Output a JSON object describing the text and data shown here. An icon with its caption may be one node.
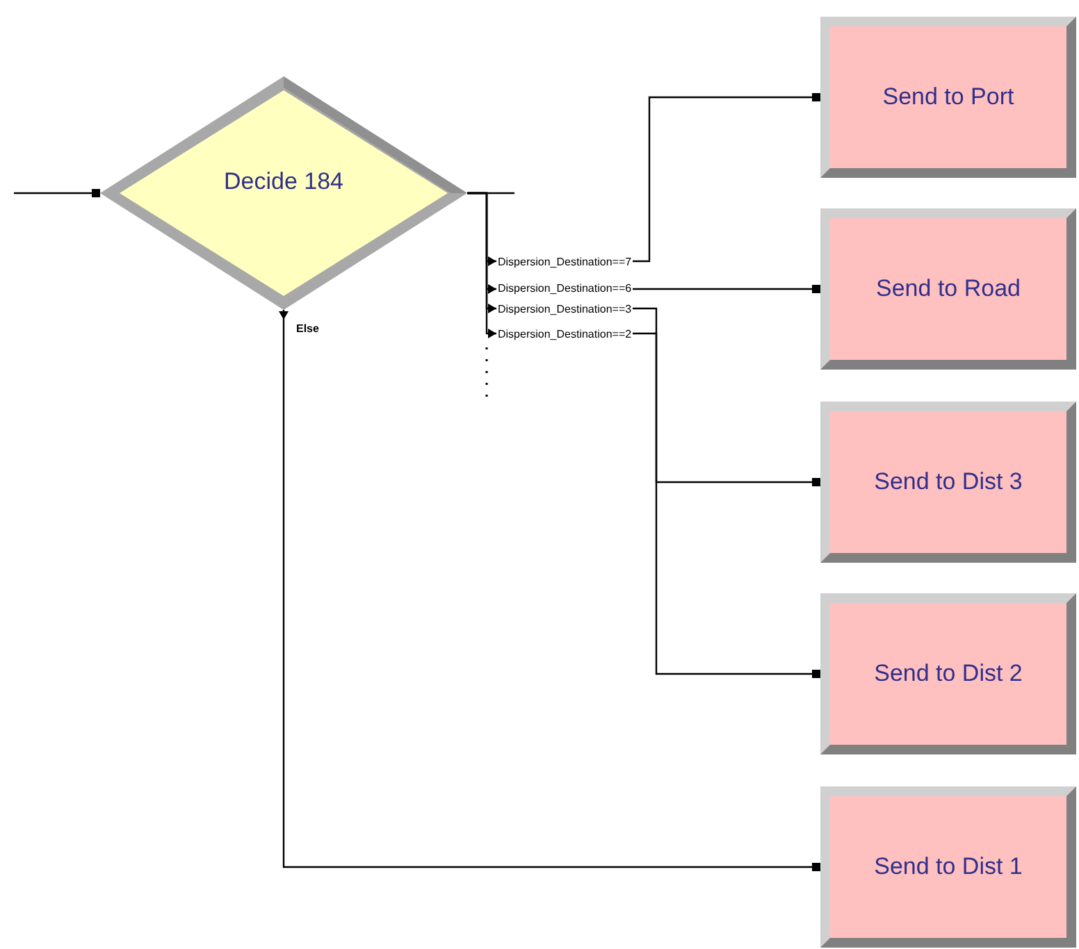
{
  "diagram": {
    "nodes": [
      {
        "text": [
          "Decide 184"
        ]
      },
      {
        "text": [
          "Send to Port"
        ]
      },
      {
        "text": [
          "Send to Road"
        ]
      },
      {
        "text": [
          "Send to Dist 3"
        ]
      },
      {
        "text": [
          "Send to Dist 2"
        ]
      },
      {
        "text": [
          "Send to Dist 1"
        ]
      }
    ],
    "edges": [
      {
        "from": null,
        "to": 0,
        "arrow": "other"
      },
      {
        "from": 0,
        "to": 1,
        "arrow": "other",
        "label": "Dispersion_Destination==7"
      },
      {
        "from": 0,
        "to": 2,
        "arrow": "other",
        "label": "Dispersion_Destination==6"
      },
      {
        "from": 0,
        "to": 3,
        "arrow": "other",
        "label": "Dispersion_Destination==3"
      },
      {
        "from": 0,
        "to": 4,
        "arrow": "other",
        "label": "Dispersion_Destination==2"
      },
      {
        "from": 0,
        "to": 5,
        "arrow": "other",
        "label": "Else"
      }
    ]
  }
}
